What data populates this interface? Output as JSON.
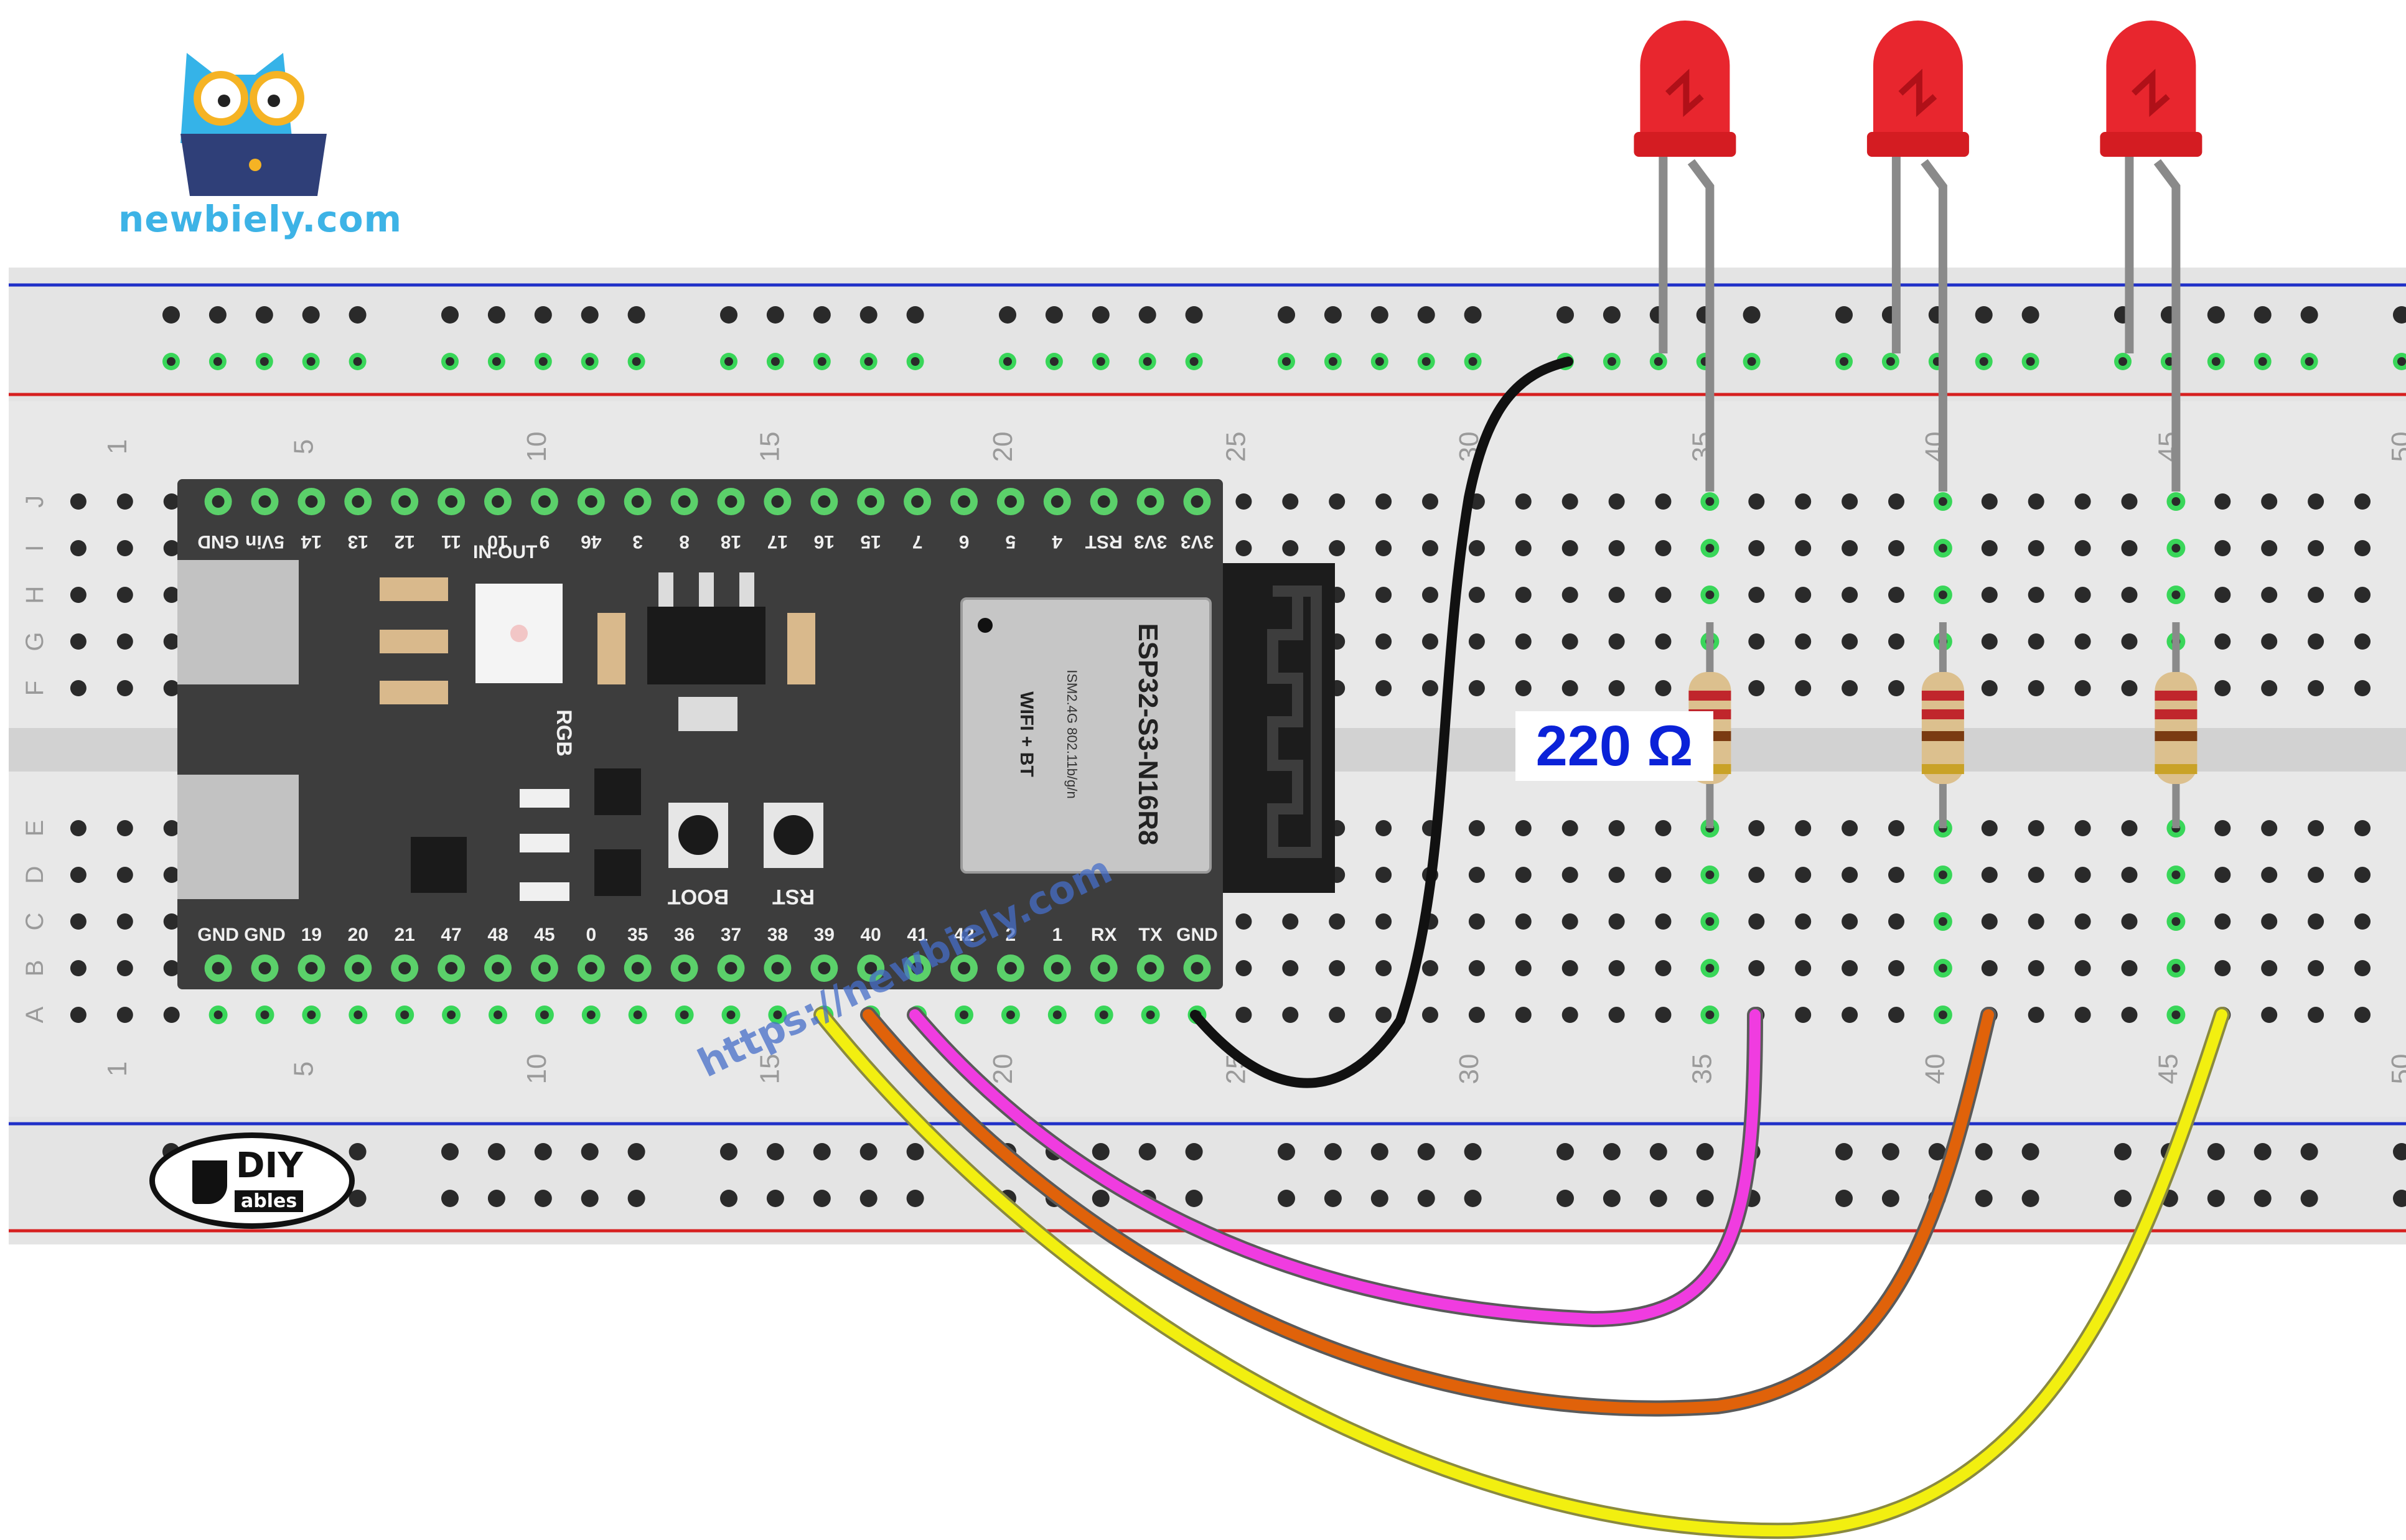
{
  "brand": {
    "site": "newbiely.com",
    "url": "https://newbiely.com",
    "logo_word": "DIY",
    "logo_sub": "ables"
  },
  "breadboard": {
    "row_letters": [
      "J",
      "I",
      "H",
      "G",
      "F",
      "E",
      "D",
      "C",
      "B",
      "A"
    ],
    "column_numbers": [
      "1",
      "5",
      "10",
      "15",
      "20",
      "25",
      "30",
      "35",
      "40",
      "45",
      "50"
    ]
  },
  "board": {
    "module_name": "ESP32-S3-N16R8",
    "module_spec": "ISM2.4G 802.11b/g/n",
    "module_wireless": "WIFI + BT",
    "label_in_out": "IN-OUT",
    "label_rgb": "RGB",
    "label_boot": "BOOT",
    "label_rst": "RST",
    "top_pins": [
      "GND",
      "5Vin",
      "14",
      "13",
      "12",
      "11",
      "10",
      "9",
      "46",
      "3",
      "8",
      "18",
      "17",
      "16",
      "15",
      "7",
      "6",
      "5",
      "4",
      "RST",
      "3V3",
      "3V3"
    ],
    "bottom_pins": [
      "GND",
      "GND",
      "19",
      "20",
      "21",
      "47",
      "48",
      "45",
      "0",
      "35",
      "36",
      "37",
      "38",
      "39",
      "40",
      "41",
      "42",
      "2",
      "1",
      "RX",
      "TX",
      "GND"
    ]
  },
  "resistor": {
    "value_label": "220 Ω"
  },
  "colors": {
    "led": "#e8262e",
    "wire_gnd": "#111111",
    "wire_pink": "#f03ce0",
    "wire_orange": "#e0620a",
    "wire_yellow": "#f2ef10",
    "rail_red": "#d62020",
    "rail_blue": "#2030c8",
    "hole_active": "#39d659"
  }
}
